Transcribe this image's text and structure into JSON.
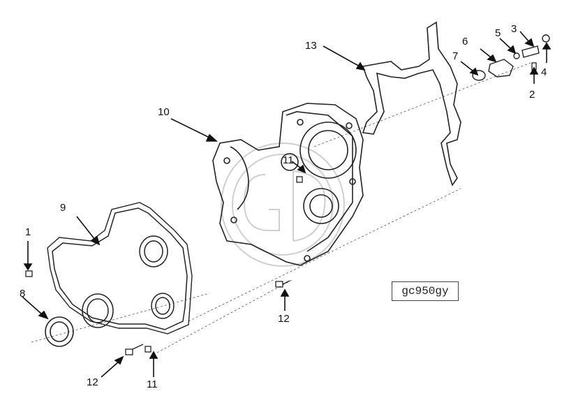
{
  "diagram": {
    "callouts": [
      "1",
      "2",
      "3",
      "4",
      "5",
      "6",
      "7",
      "8",
      "9",
      "10",
      "11",
      "11",
      "11",
      "12",
      "12",
      "13"
    ],
    "figure_code": "gc950gy"
  }
}
